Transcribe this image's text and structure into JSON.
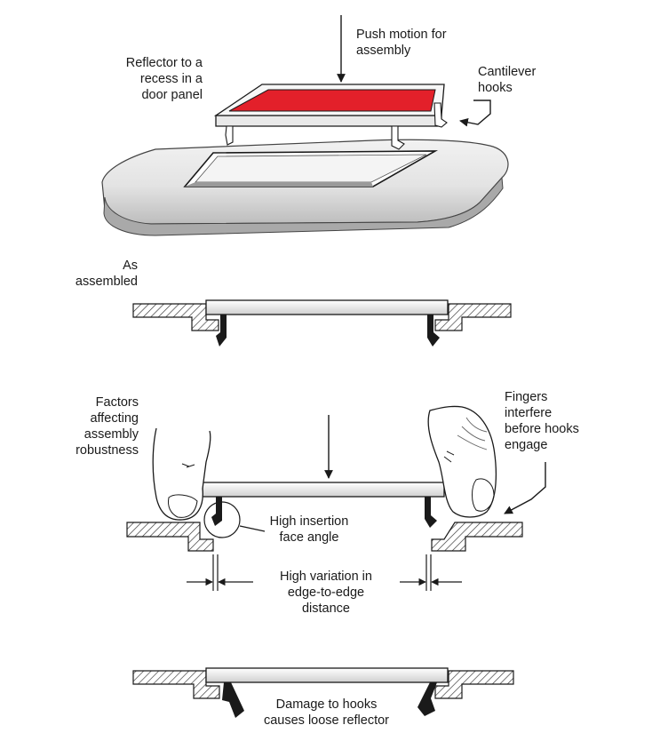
{
  "labels": {
    "push_motion": "Push motion for\nassembly",
    "reflector_recess": "Reflector to a\nrecess in a\ndoor panel",
    "cantilever_hooks": "Cantilever\nhooks",
    "as_assembled": "As\nassembled",
    "factors": "Factors\naffecting\nassembly\nrobustness",
    "fingers": "Fingers\ninterfere\nbefore hooks\nengage",
    "insertion_angle": "High insertion\nface angle",
    "variation": "High variation in\nedge-to-edge\ndistance",
    "damage": "Damage to hooks\ncauses loose reflector"
  },
  "colors": {
    "reflector_red": "#e3202a",
    "panel_grey": "#d9d9d9",
    "line": "#1a1a1a"
  },
  "icons": [
    "hatched-wall-section",
    "cantilever-hook",
    "finger",
    "arrow"
  ]
}
